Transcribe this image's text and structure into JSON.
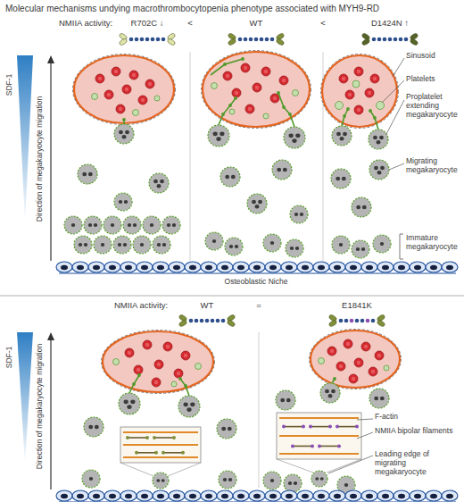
{
  "diagram": {
    "title": "Molecular mechanisms undying macrothrombocytopenia phenotype associated with MYH9-RD",
    "labels": [
      "NMIIA activity:",
      "R702C ↓",
      "<",
      "WT",
      "<",
      "D1424N ↑",
      "SDF-1",
      "Direction of megakaryocyte migration",
      "Sinusoid",
      "Platelets",
      "Proplatelet extending megakaryocyte",
      "Migrating megakaryocyte",
      "Immature megakaryocyte",
      "Osteoblastic Niche",
      "NMIIA activity:",
      "WT",
      "=",
      "E1841K",
      "SDF-1",
      "Direction of megakaryocyte migration",
      "F-actin",
      "NMIIA bipolar filaments",
      "Leading edge of migrating megakaryocyte"
    ]
  }
}
